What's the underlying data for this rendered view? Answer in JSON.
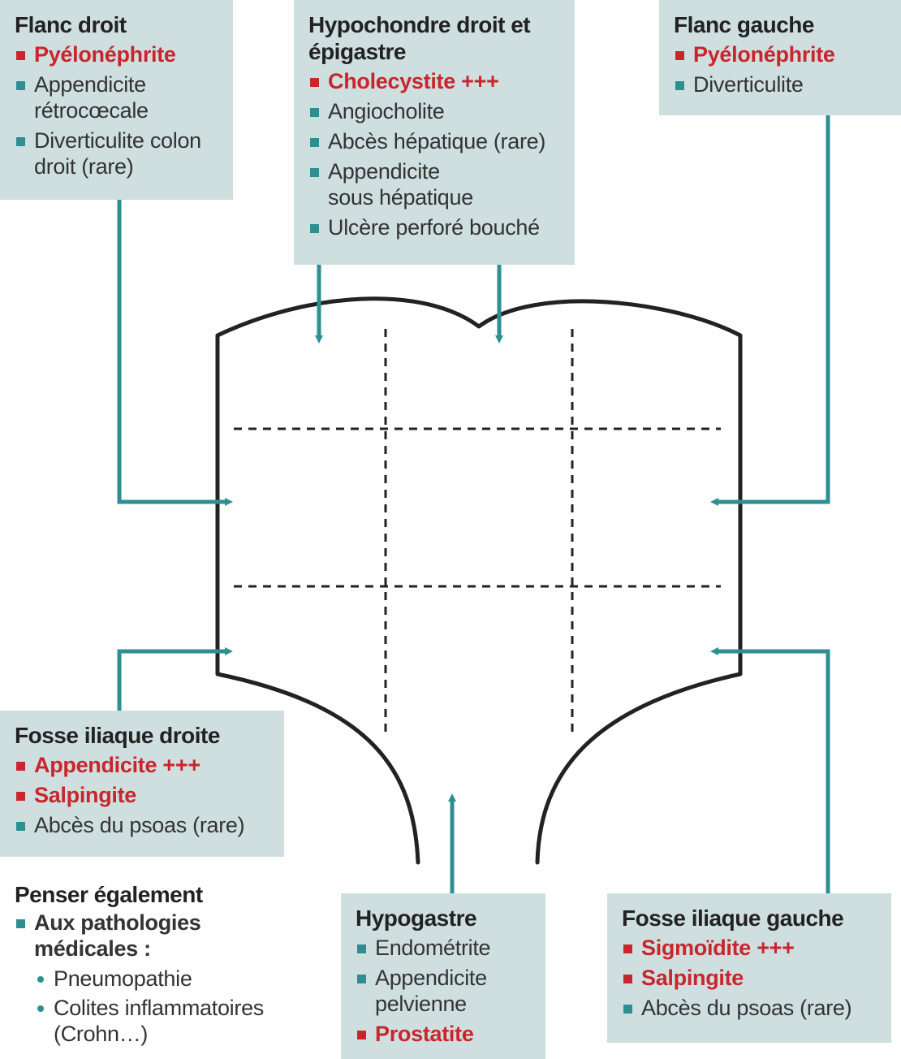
{
  "colors": {
    "box_bg": "#cfdfdf",
    "accent": "#2e8f92",
    "urgent": "#c8262c",
    "outline": "#222222"
  },
  "flanc_droit": {
    "title": "Flanc droit",
    "items": [
      "Pyélonéphrite",
      "Appendicite rétrocœcale",
      "Diverticulite colon droit (rare)"
    ]
  },
  "hypochondre": {
    "title": "Hypochondre droit et épigastre",
    "items": [
      "Cholecystite +++",
      "Angiocholite",
      "Abcès hépatique (rare)",
      "Appendicite sous hépatique",
      "Ulcère perforé bouché"
    ]
  },
  "flanc_gauche": {
    "title": "Flanc gauche",
    "items": [
      "Pyélonéphrite",
      "Diverticulite"
    ]
  },
  "fosse_droite": {
    "title": "Fosse iliaque droite",
    "items": [
      "Appendicite +++",
      "Salpingite",
      "Abcès du psoas (rare)"
    ]
  },
  "hypogastre": {
    "title": "Hypogastre",
    "items": [
      "Endométrite",
      "Appendicite pelvienne",
      "Prostatite"
    ]
  },
  "fosse_gauche": {
    "title": "Fosse iliaque gauche",
    "items": [
      "Sigmoïdite +++",
      "Salpingite",
      "Abcès du psoas (rare)"
    ]
  },
  "other": {
    "title": "Penser également",
    "lead": "Aux pathologies médicales :",
    "items": [
      "Pneumopathie",
      "Colites inflammatoires (Crohn…)"
    ]
  }
}
